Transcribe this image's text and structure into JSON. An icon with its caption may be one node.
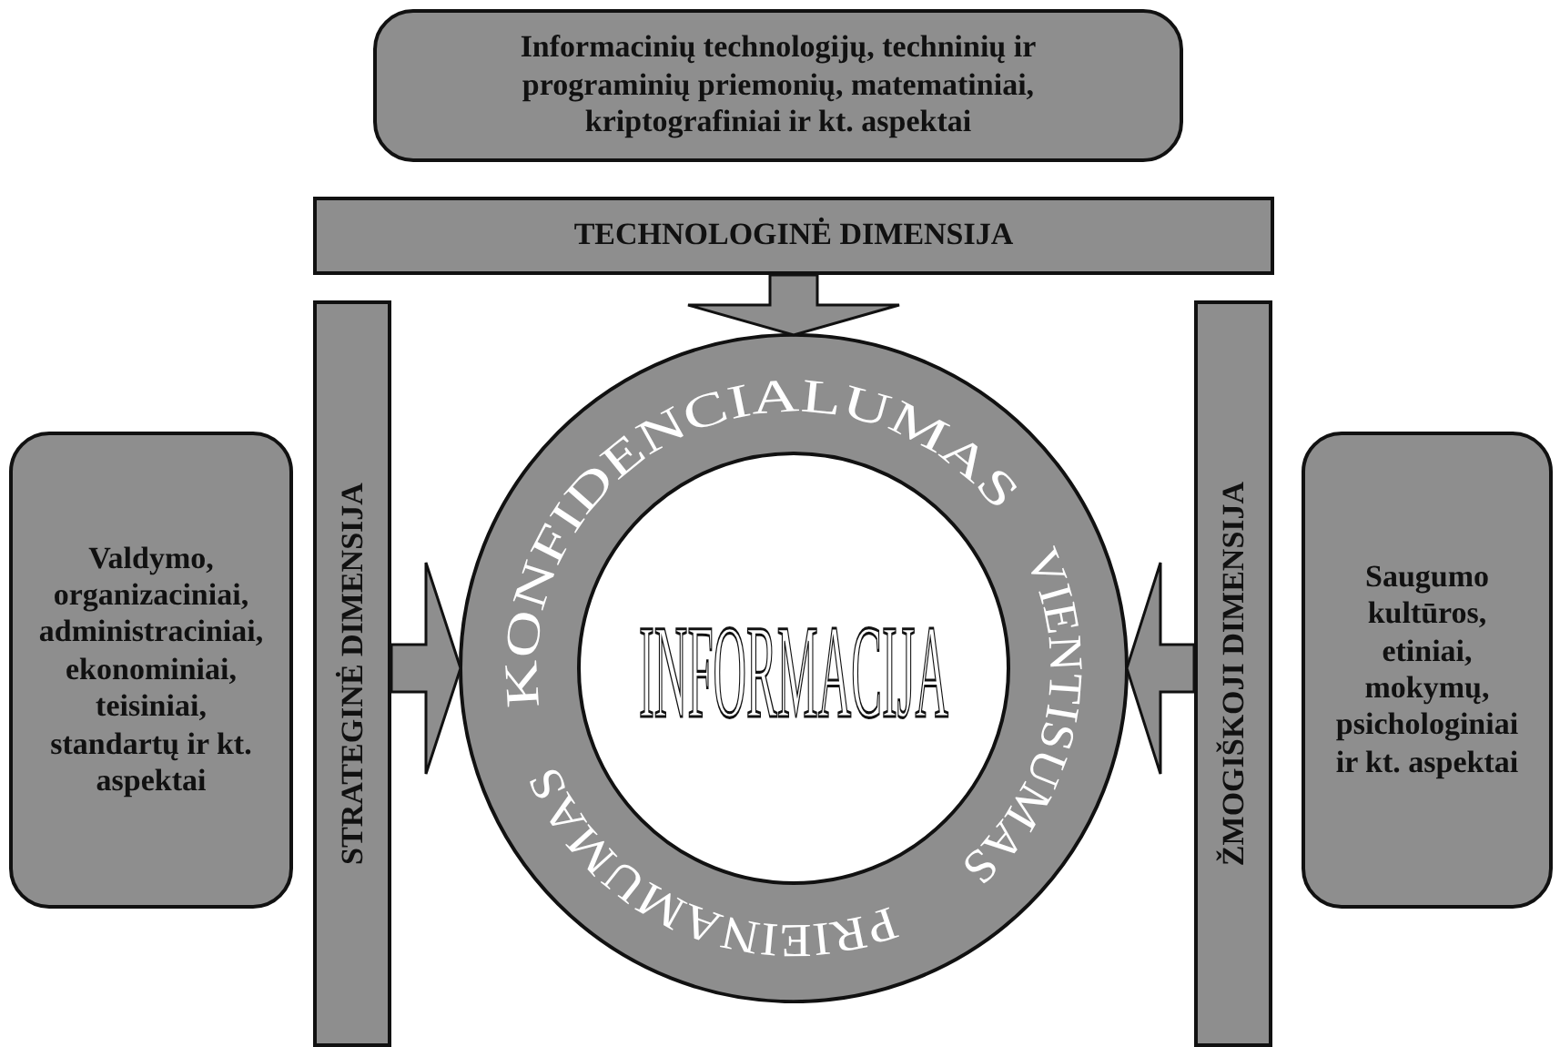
{
  "diagram": {
    "nodes": [
      {
        "text": [
          "Informacinių technologijų, techninių ir programinių priemonių, matematiniai, kriptografiniai ir kt. aspektai"
        ]
      },
      {
        "text": [
          "TECHNOLOGINĖ DIMENSIJA"
        ]
      },
      {
        "text": [
          "STRATEGINĖ DIMENSIJA"
        ]
      },
      {
        "text": [
          "ŽMOGIŠKOJI DIMENSIJA"
        ]
      },
      {
        "text": [
          "KONFIDENCIALUMAS",
          "PRIEINAMUMAS",
          "VIENTISUMAS"
        ]
      },
      {
        "text": [
          "INFORMACIJA"
        ],
        "in": 4
      },
      {
        "text": [
          "Valdymo, organizaciniai, administraciniai, ekonominiai, teisiniai, standartų ir kt. aspektai"
        ]
      },
      {
        "text": [
          "Saugumo kultūros, etiniai, mokymų, psichologiniai ir kt. aspektai"
        ]
      }
    ],
    "edges": [
      {
        "from": 1,
        "to": 4,
        "arrow": "to"
      },
      {
        "from": 2,
        "to": 4,
        "arrow": "to"
      },
      {
        "from": 3,
        "to": 4,
        "arrow": "to"
      }
    ]
  }
}
